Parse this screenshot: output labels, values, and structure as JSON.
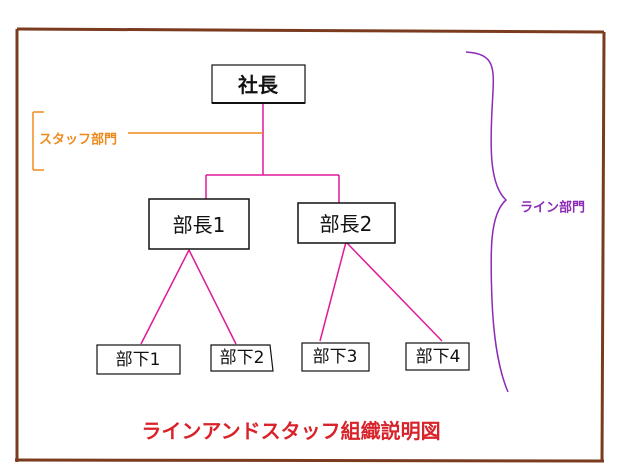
{
  "nodes": {
    "president": "社長",
    "manager1": "部長1",
    "manager2": "部長2",
    "sub1": "部下1",
    "sub2": "部下2",
    "sub3": "部下3",
    "sub4": "部下4"
  },
  "labels": {
    "staff": "スタッフ部門",
    "line": "ライン部門"
  },
  "caption": "ラインアンドスタッフ組織説明図",
  "colors": {
    "frame": "#7a3b1f",
    "connector": "#e0199a",
    "staff": "#ee8a1c",
    "line": "#8b2bb8",
    "caption": "#d8232a"
  }
}
